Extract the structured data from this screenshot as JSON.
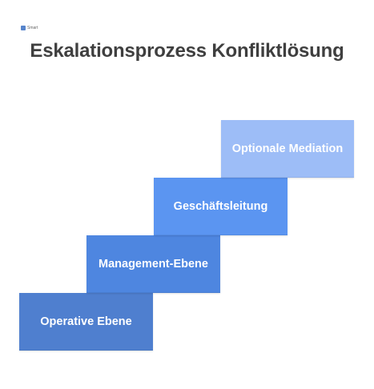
{
  "logo": {
    "text": "Smart",
    "icon": "logo-icon"
  },
  "title": "Eskalationsprozess Konfliktlösung",
  "steps": [
    {
      "label": "Operative Ebene",
      "color": "#4f7fcf"
    },
    {
      "label": "Management-Ebene",
      "color": "#4e86e0"
    },
    {
      "label": "Geschäftsleitung",
      "color": "#5b95f1"
    },
    {
      "label": "Optionale Mediation",
      "color": "#9dbdf7"
    }
  ]
}
